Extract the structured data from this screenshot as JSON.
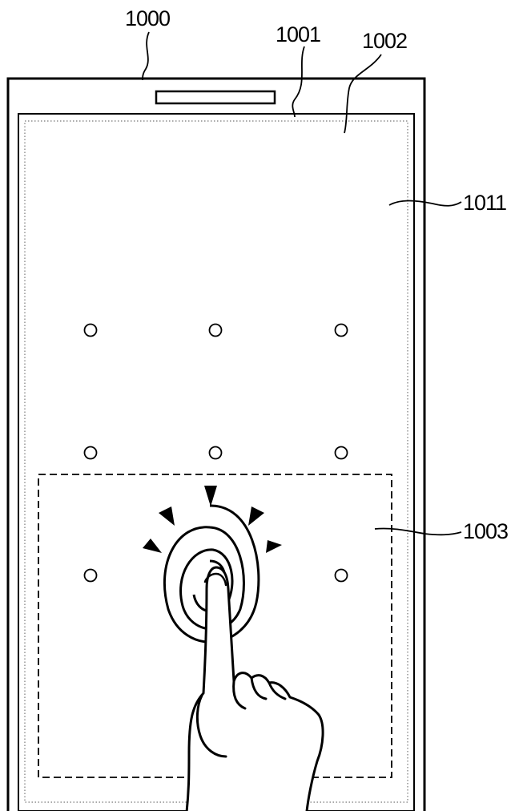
{
  "figure": {
    "labels": {
      "device": "1000",
      "display_edge": "1001",
      "touch_panel": "1002",
      "screen_area": "1011",
      "sensing_region": "1003"
    },
    "pattern_lock": {
      "rows": 3,
      "columns": 3,
      "touched_point": "center of bottom row"
    }
  }
}
